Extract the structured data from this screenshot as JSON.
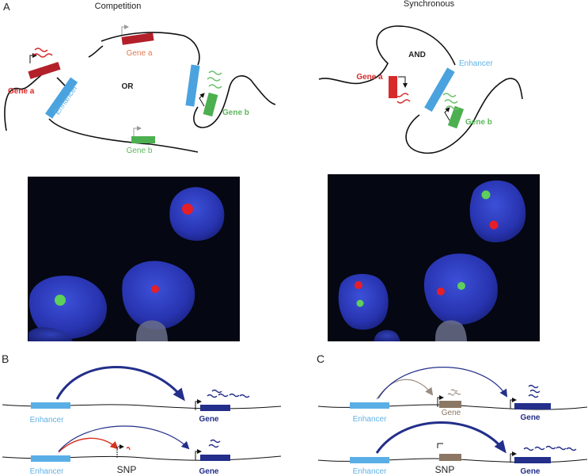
{
  "panels": {
    "a": {
      "letter": "A",
      "left_title": "Competition",
      "right_title": "Synchronous",
      "or_label": "OR",
      "and_label": "AND"
    },
    "b": {
      "letter": "B"
    },
    "c": {
      "letter": "C"
    }
  },
  "labels": {
    "gene_a": "Gene a",
    "gene_b": "Gene b",
    "enhancer": "Enhancer",
    "gene": "Gene",
    "snp": "SNP"
  },
  "micrographs": {
    "left": {
      "nuclei": 5,
      "dots": [
        {
          "color": "red"
        },
        {
          "color": "red"
        },
        {
          "color": "green"
        }
      ]
    },
    "right": {
      "nuclei": 5,
      "dots": [
        {
          "color": "green"
        },
        {
          "color": "red"
        },
        {
          "color": "red"
        },
        {
          "color": "green"
        },
        {
          "color": "red"
        },
        {
          "color": "green"
        }
      ]
    }
  },
  "colors": {
    "gene_a_red": "#b3202a",
    "gene_a_label": "#d72a2a",
    "gene_a_label_light": "#e27a52",
    "gene_b_green": "#4caf50",
    "gene_b_label": "#5cb85c",
    "enhancer_blue": "#4aa3df",
    "enhancer_label": "#5fb2e6",
    "gene_navy": "#232f8a",
    "gene_brown": "#8b7763",
    "arrow_red": "#d8321f",
    "nucleus_blue": "#2c3db8",
    "micrograph_bg": "#050712"
  }
}
